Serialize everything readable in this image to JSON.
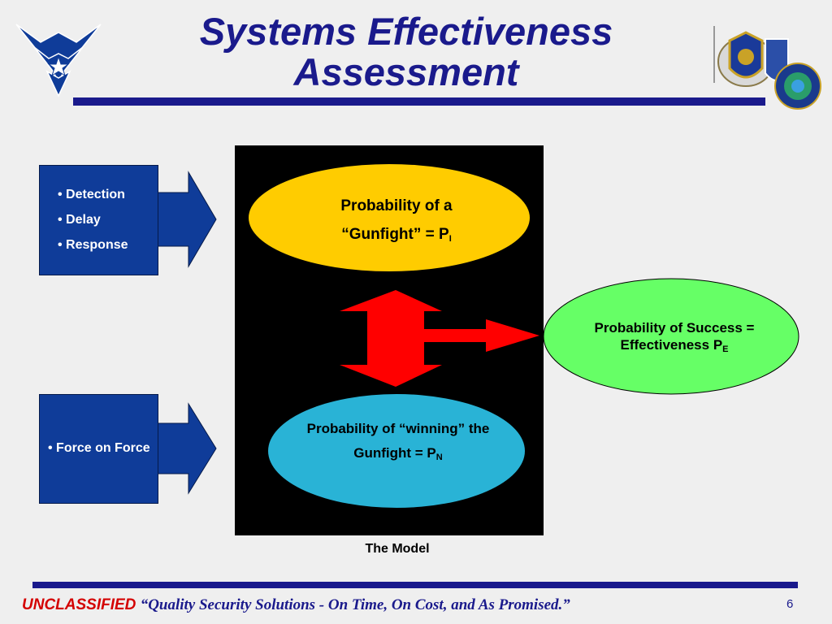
{
  "title": {
    "line1": "Systems Effectiveness",
    "line2": "Assessment"
  },
  "left_boxes": {
    "detection": {
      "items": [
        "• Detection",
        "• Delay",
        "• Response"
      ]
    },
    "force": {
      "items": [
        "• Force on Force"
      ]
    }
  },
  "model": {
    "label": "The Model",
    "gunfight_ellipse": {
      "line1": "Probability of a",
      "line2": "“Gunfight” = P",
      "subscript": "I"
    },
    "winning_ellipse": {
      "line1": "Probability of “winning” the",
      "line2": "Gunfight = P",
      "subscript": "N"
    }
  },
  "success_ellipse": {
    "line1": "Probability of Success =",
    "line2": "Effectiveness  P",
    "subscript": "E"
  },
  "footer": {
    "classification": "UNCLASSIFIED",
    "slogan": "“Quality Security Solutions - On Time, On Cost, and As Promised.”",
    "page_number": "6"
  },
  "colors": {
    "title_blue": "#1a1a8c",
    "box_blue": "#0f3c99",
    "gunfight_yellow": "#ffcc00",
    "winning_cyan": "#29b3d6",
    "success_green": "#66ff66",
    "arrow_red": "#ff0000",
    "classification_red": "#d40000"
  },
  "icons": [
    "air-force-wings-logo",
    "command-emblem-logo"
  ]
}
